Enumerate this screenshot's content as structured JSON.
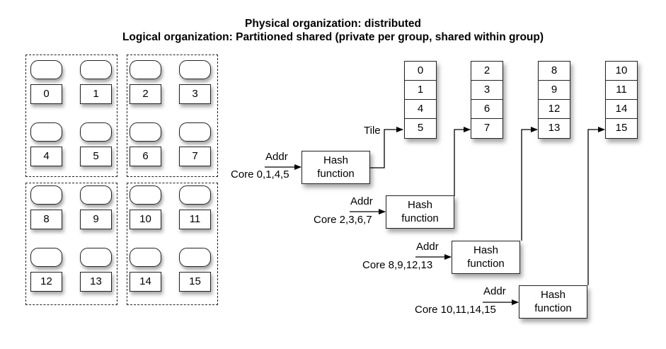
{
  "title": {
    "line1": "Physical organization: distributed",
    "line2": "Logical organization: Partitioned shared (private per group, shared within group)"
  },
  "groups": [
    {
      "tiles": [
        "0",
        "1",
        "4",
        "5"
      ]
    },
    {
      "tiles": [
        "2",
        "3",
        "6",
        "7"
      ]
    },
    {
      "tiles": [
        "8",
        "9",
        "12",
        "13"
      ]
    },
    {
      "tiles": [
        "10",
        "11",
        "14",
        "15"
      ]
    }
  ],
  "banks": [
    {
      "cells": [
        "0",
        "1",
        "4",
        "5"
      ]
    },
    {
      "cells": [
        "2",
        "3",
        "6",
        "7"
      ]
    },
    {
      "cells": [
        "8",
        "9",
        "12",
        "13"
      ]
    },
    {
      "cells": [
        "10",
        "11",
        "14",
        "15"
      ]
    }
  ],
  "hashes": [
    {
      "line1": "Hash",
      "line2": "function",
      "addr": "Addr",
      "core": "Core 0,1,4,5"
    },
    {
      "line1": "Hash",
      "line2": "function",
      "addr": "Addr",
      "core": "Core 2,3,6,7"
    },
    {
      "line1": "Hash",
      "line2": "function",
      "addr": "Addr",
      "core": "Core 8,9,12,13"
    },
    {
      "line1": "Hash",
      "line2": "function",
      "addr": "Addr",
      "core": "Core 10,11,14,15"
    }
  ],
  "tile_label": "Tile"
}
